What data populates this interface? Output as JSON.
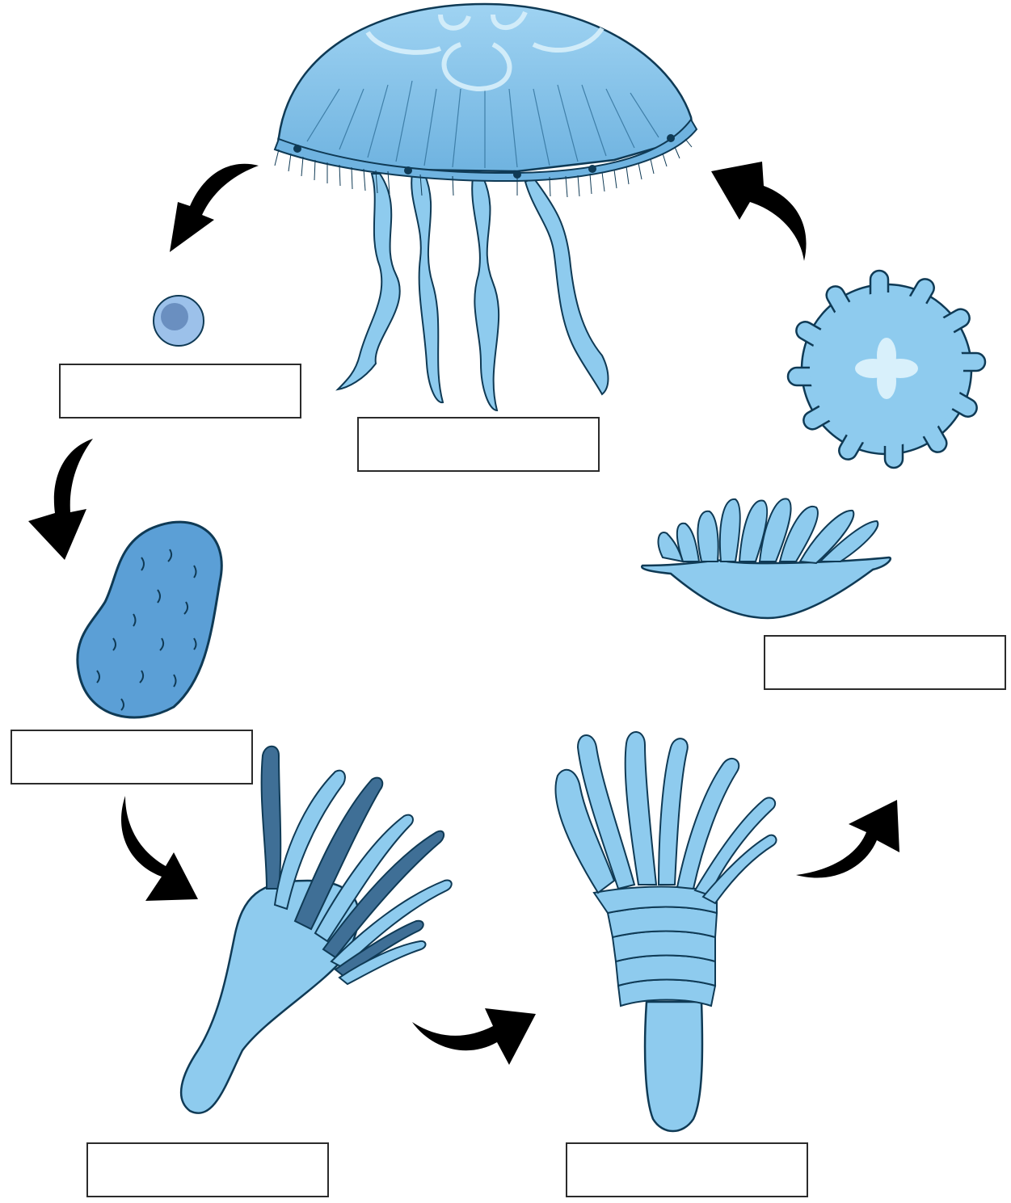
{
  "diagram": {
    "colors": {
      "light_blue": "#8ecbee",
      "mid_blue": "#5b9fd6",
      "dark_blue": "#3f6f96",
      "outline": "#0f3a55",
      "highlight": "#d8f0fb",
      "arrow": "#000000"
    },
    "labels": [
      {
        "id": "adult",
        "text": ""
      },
      {
        "id": "egg",
        "text": ""
      },
      {
        "id": "planula",
        "text": ""
      },
      {
        "id": "polyp",
        "text": ""
      },
      {
        "id": "strobila",
        "text": ""
      },
      {
        "id": "ephyra",
        "text": ""
      }
    ]
  }
}
